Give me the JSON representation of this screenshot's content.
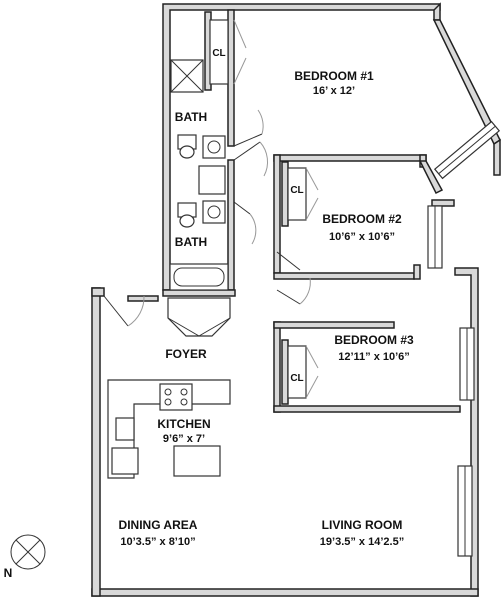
{
  "rooms": {
    "bedroom1": {
      "name": "BEDROOM #1",
      "dim": "16’ x 12’"
    },
    "bedroom2": {
      "name": "BEDROOM #2",
      "dim": "10’6” x 10’6”"
    },
    "bedroom3": {
      "name": "BEDROOM #3",
      "dim": "12’11” x 10’6”"
    },
    "bath1": {
      "name": "BATH"
    },
    "bath2": {
      "name": "BATH"
    },
    "foyer": {
      "name": "FOYER"
    },
    "kitchen": {
      "name": "KITCHEN",
      "dim": "9’6” x 7’"
    },
    "dining": {
      "name": "DINING AREA",
      "dim": "10’3.5” x 8’10”"
    },
    "living": {
      "name": "LIVING ROOM",
      "dim": "19’3.5” x 14’2.5”"
    }
  },
  "closets": {
    "cl1": "CL",
    "cl2": "CL",
    "cl3": "CL"
  },
  "compass": {
    "label": "N"
  }
}
